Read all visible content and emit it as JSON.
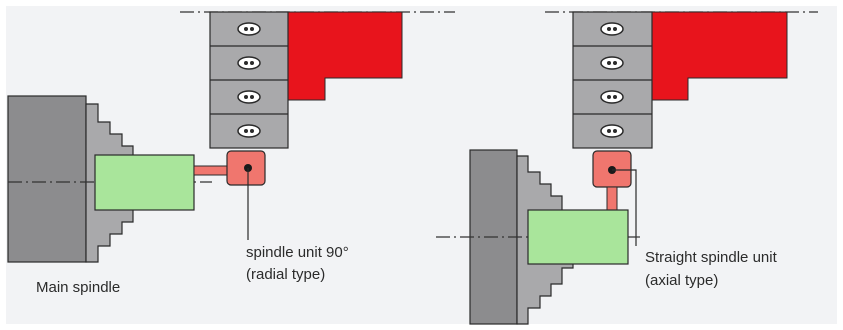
{
  "labels": {
    "main_spindle": "Main spindle",
    "radial_line1": "spindle unit 90°",
    "radial_line2": "(radial type)",
    "axial_line1": "Straight spindle unit",
    "axial_line2": "(axial type)"
  },
  "colors": {
    "background": "#f2f3f5",
    "turret_gray": "#a9a9ab",
    "dark_gray": "#8c8c8e",
    "red": "#e8141c",
    "salmon": "#f0766e",
    "workpiece_green": "#a9e59b",
    "outline": "#2a2a2a"
  }
}
